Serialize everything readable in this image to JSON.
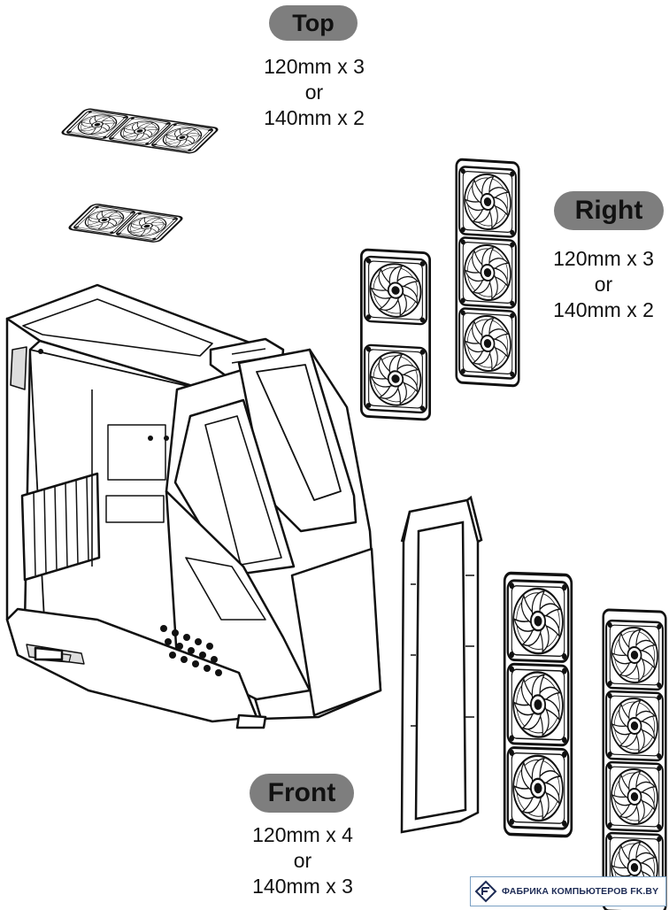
{
  "groups": {
    "top": {
      "title": "Top",
      "line1": "120mm x 3",
      "line2": "or",
      "line3": "140mm x 2"
    },
    "right": {
      "title": "Right",
      "line1": "120mm x 3",
      "line2": "or",
      "line3": "140mm x 2"
    },
    "front": {
      "title": "Front",
      "line1": "120mm x 4",
      "line2": "or",
      "line3": "140mm x 3"
    }
  },
  "watermark": {
    "text": "ФАБРИКА КОМПЬЮТЕРОВ FK.BY"
  },
  "colors": {
    "pill": "#7e7e7e",
    "line": "#111111",
    "watermark_text": "#1d2b55"
  }
}
